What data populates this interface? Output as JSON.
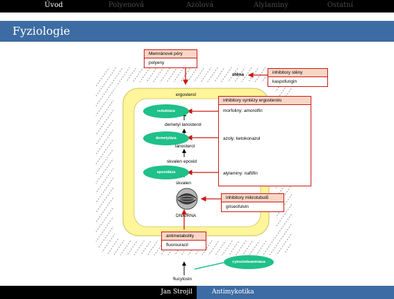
{
  "nav": [
    "Úvod",
    "Polyenová",
    "Azolová",
    "Alylaminy",
    "Ostatní"
  ],
  "slide_title": "Fyziologie",
  "footer": {
    "author": "Jan Strojil",
    "short_title": "Antimykotika"
  },
  "diagram": {
    "pathway": {
      "stena": "stěna",
      "ergosterol": "ergosterol",
      "demetyl_lanosterol": "demetyl lanosterol",
      "lanosterol": "lanosterol",
      "skvalen_epoxid": "skvalen epoxid",
      "skvalen": "skvalen",
      "dna_rna": "DNA/RNA",
      "flucytosin": "flucytosin"
    },
    "enzymes": {
      "reduktaza": "reduktáza",
      "demetylaza": "demetyláza",
      "epoxidaza": "epoxidáza",
      "cytosindeaminaza": "cytosindeamináza"
    },
    "boxes": {
      "membrane": {
        "title": "Memránové póry",
        "item": "polyeny"
      },
      "wall": {
        "title": "inhibitory stěny",
        "item": "kaspofungin"
      },
      "ergosterol": {
        "title": "inhibitory syntézy ergosterolu",
        "items": [
          "morfoliny: amorolfin",
          "azoly: ketokonazol",
          "alylaminy: naftifin"
        ]
      },
      "microtubule": {
        "title": "inhibitory mikrotubulů",
        "item": "griseofulvin"
      },
      "antimetabolite": {
        "title": "antimetabolity",
        "item": "fluorouracil"
      }
    }
  },
  "colors": {
    "accent": "#3c6ca3",
    "inhibitor_red": "#c91a14",
    "enzyme_green": "#1fc08a",
    "membrane_yellow": "#fff59a"
  }
}
